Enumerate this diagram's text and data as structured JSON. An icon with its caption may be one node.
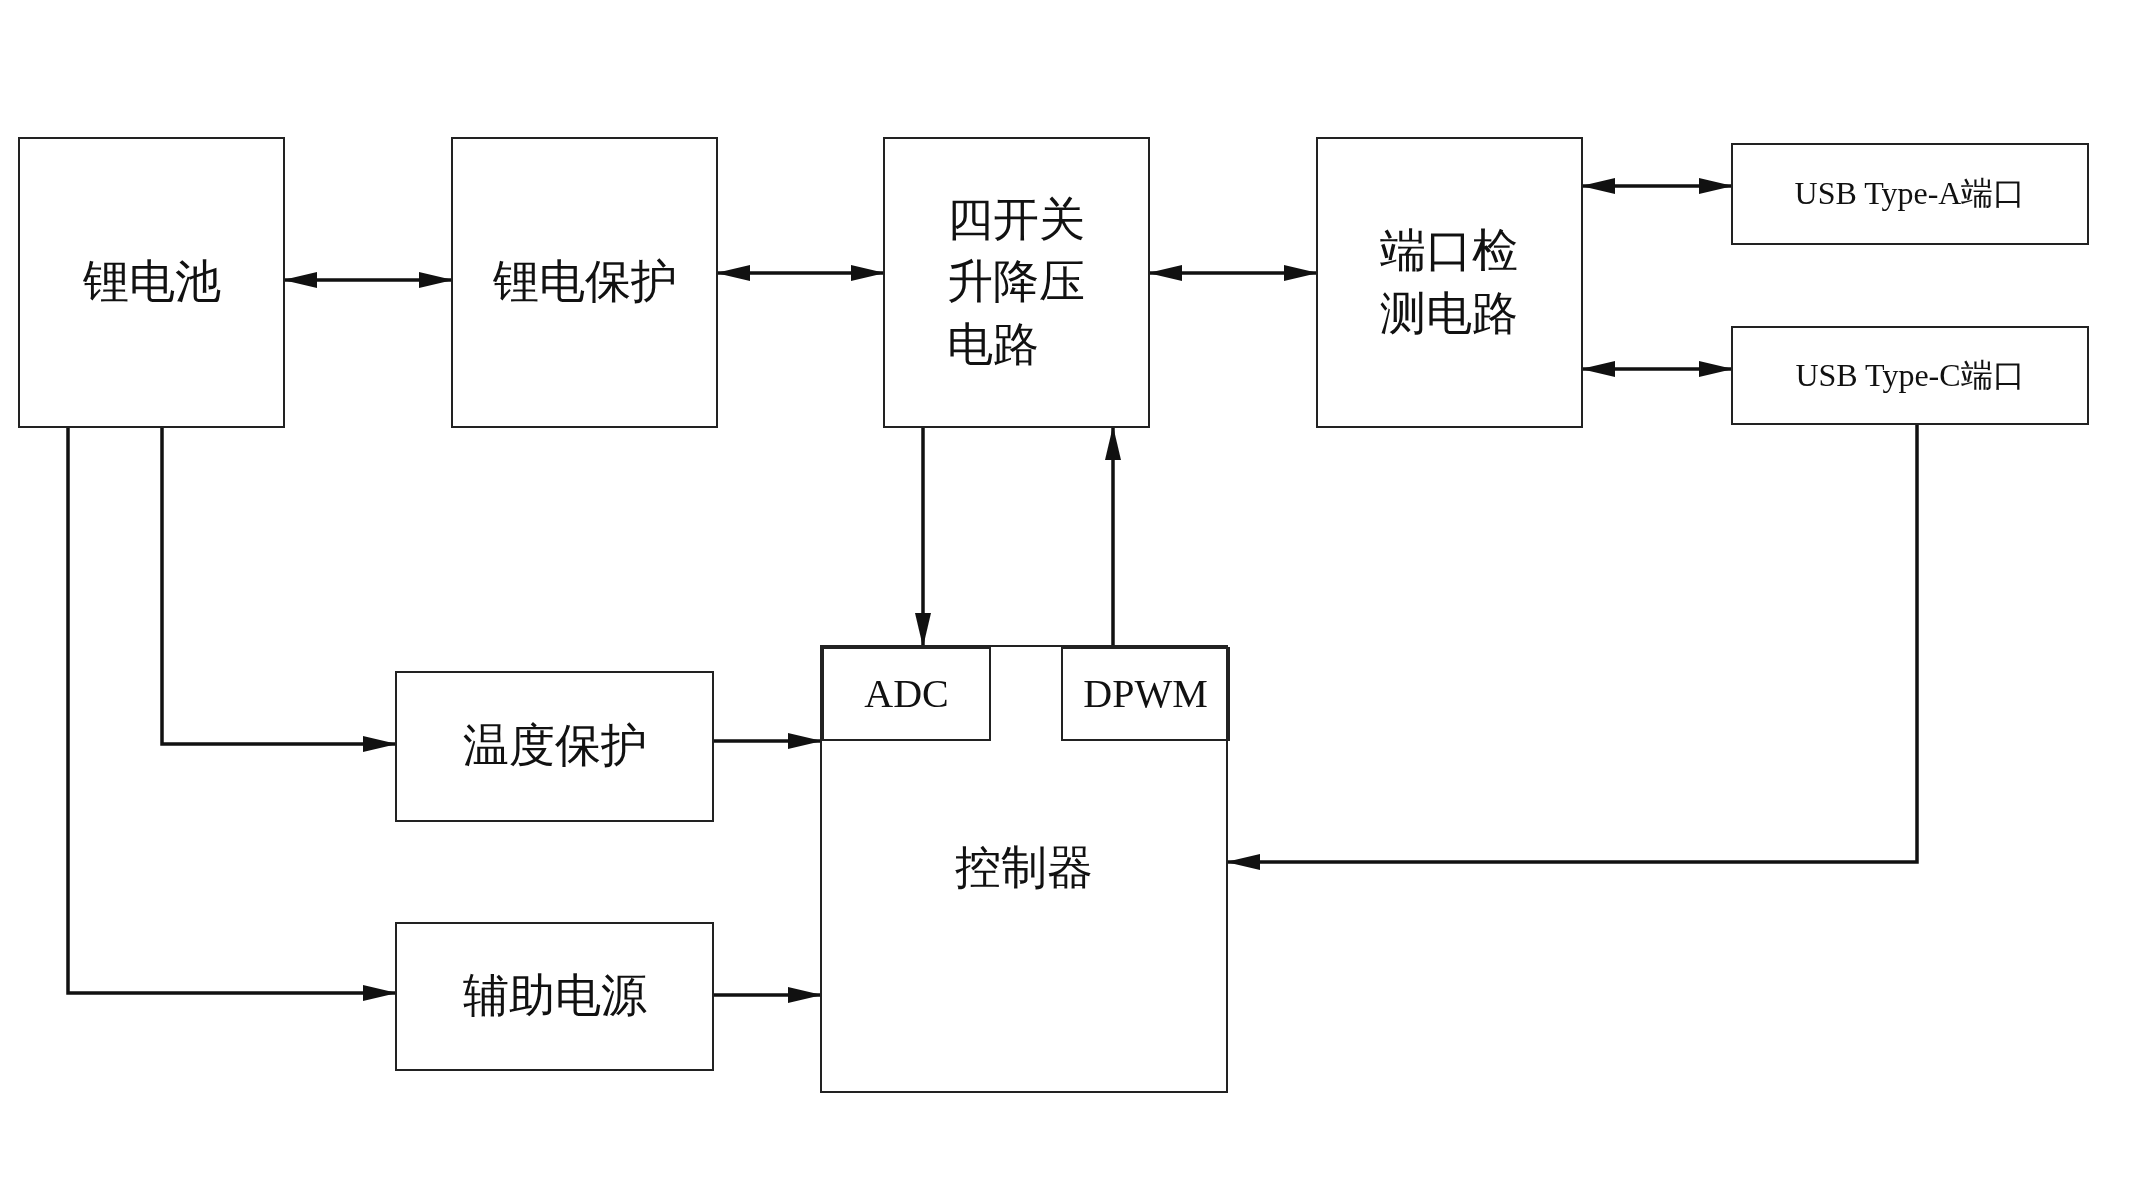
{
  "diagram": {
    "nodes": [
      {
        "text": [
          "锂电池"
        ]
      },
      {
        "text": [
          "锂电保护"
        ]
      },
      {
        "text": [
          "四开关升降压电路"
        ]
      },
      {
        "text": [
          "端口检测电路"
        ]
      },
      {
        "text": [
          "USB Type-A端口"
        ]
      },
      {
        "text": [
          "USB Type-C端口"
        ]
      },
      {
        "text": [
          "温度保护"
        ]
      },
      {
        "text": [
          "辅助电源"
        ]
      },
      {
        "text": [
          "控制器"
        ]
      },
      {
        "text": [
          "ADC"
        ],
        "in": 8
      },
      {
        "text": [
          "DPWM"
        ],
        "in": 8
      }
    ],
    "edges": [
      {
        "from": 0,
        "to": 1,
        "arrow": "both"
      },
      {
        "from": 1,
        "to": 2,
        "arrow": "both"
      },
      {
        "from": 2,
        "to": 3,
        "arrow": "both"
      },
      {
        "from": 3,
        "to": 4,
        "arrow": "both"
      },
      {
        "from": 3,
        "to": 5,
        "arrow": "both"
      },
      {
        "from": 2,
        "to": 9,
        "arrow": "to"
      },
      {
        "from": 10,
        "to": 2,
        "arrow": "to"
      },
      {
        "from": 0,
        "to": 6,
        "arrow": "to"
      },
      {
        "from": 0,
        "to": 7,
        "arrow": "to"
      },
      {
        "from": 6,
        "to": 8,
        "arrow": "to"
      },
      {
        "from": 7,
        "to": 8,
        "arrow": "to"
      },
      {
        "from": 5,
        "to": 8,
        "arrow": "to"
      }
    ]
  }
}
